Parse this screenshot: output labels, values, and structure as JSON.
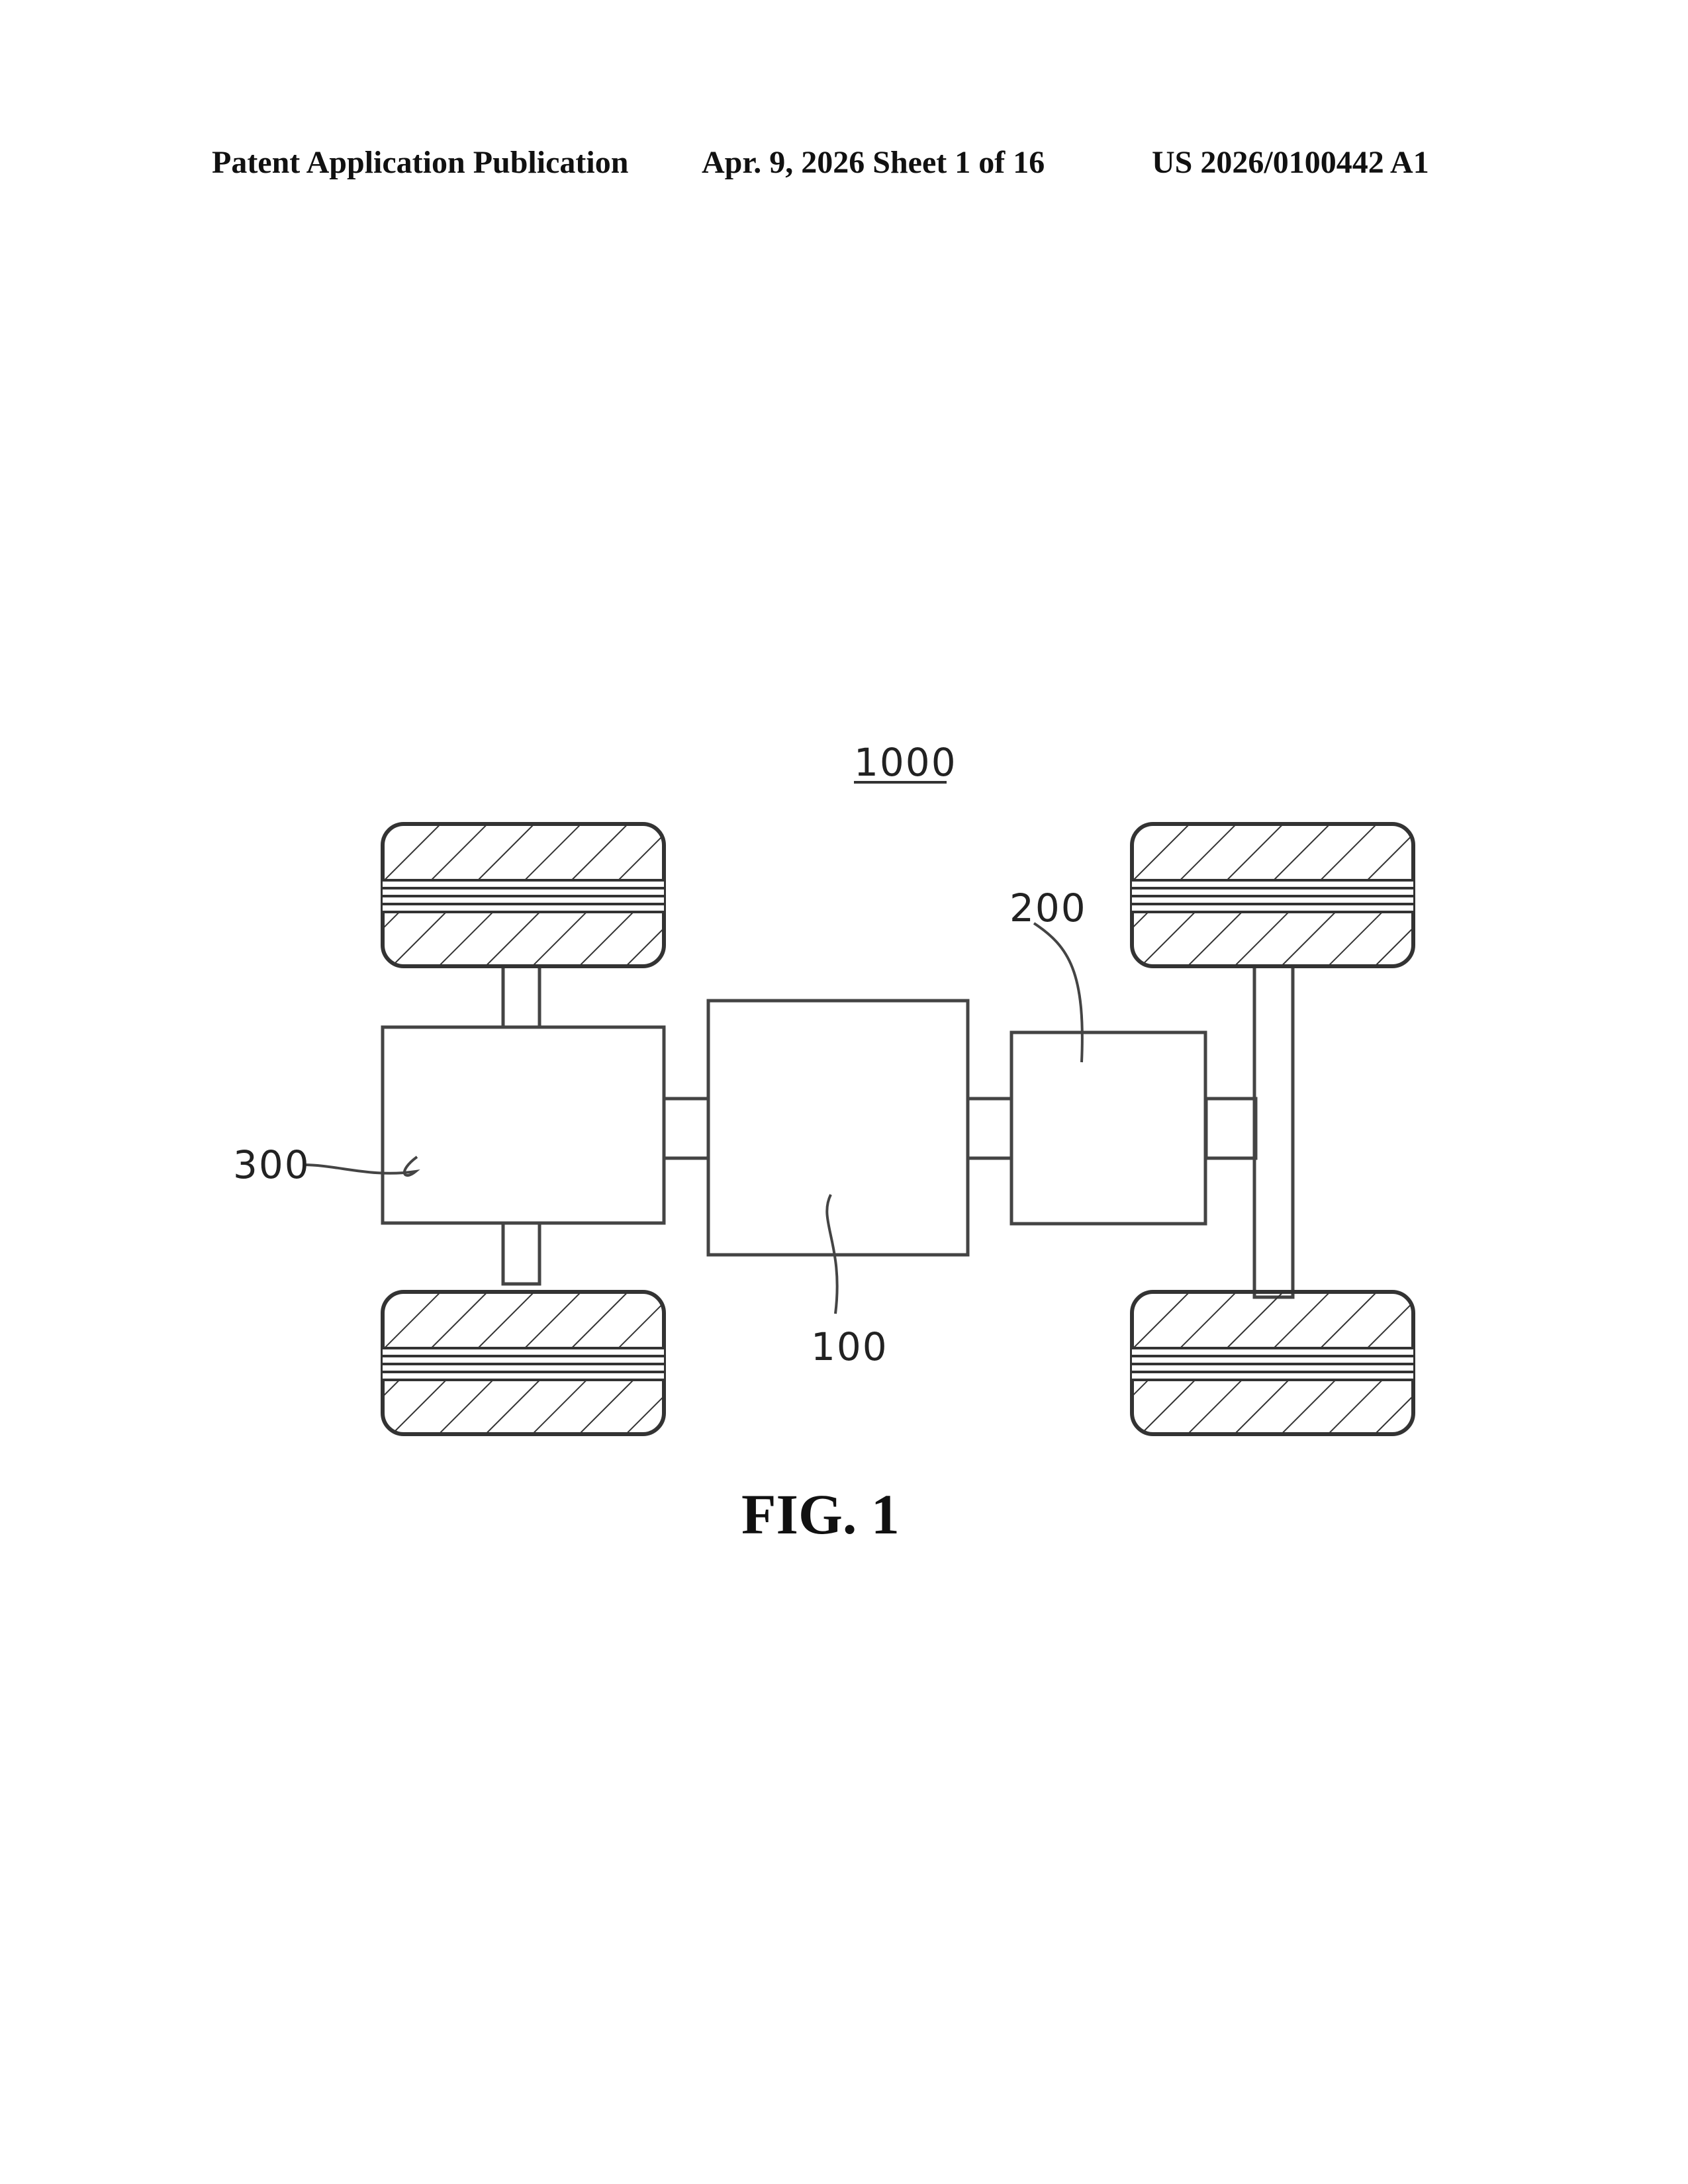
{
  "header": {
    "publication": "Patent Application Publication",
    "date_sheet": "Apr. 9, 2026   Sheet 1 of 16",
    "number": "US 2026/0100442 A1"
  },
  "figure": {
    "caption": "FIG. 1",
    "labels": {
      "system": "1000",
      "unit_100": "100",
      "unit_200": "200",
      "unit_300": "300"
    }
  }
}
